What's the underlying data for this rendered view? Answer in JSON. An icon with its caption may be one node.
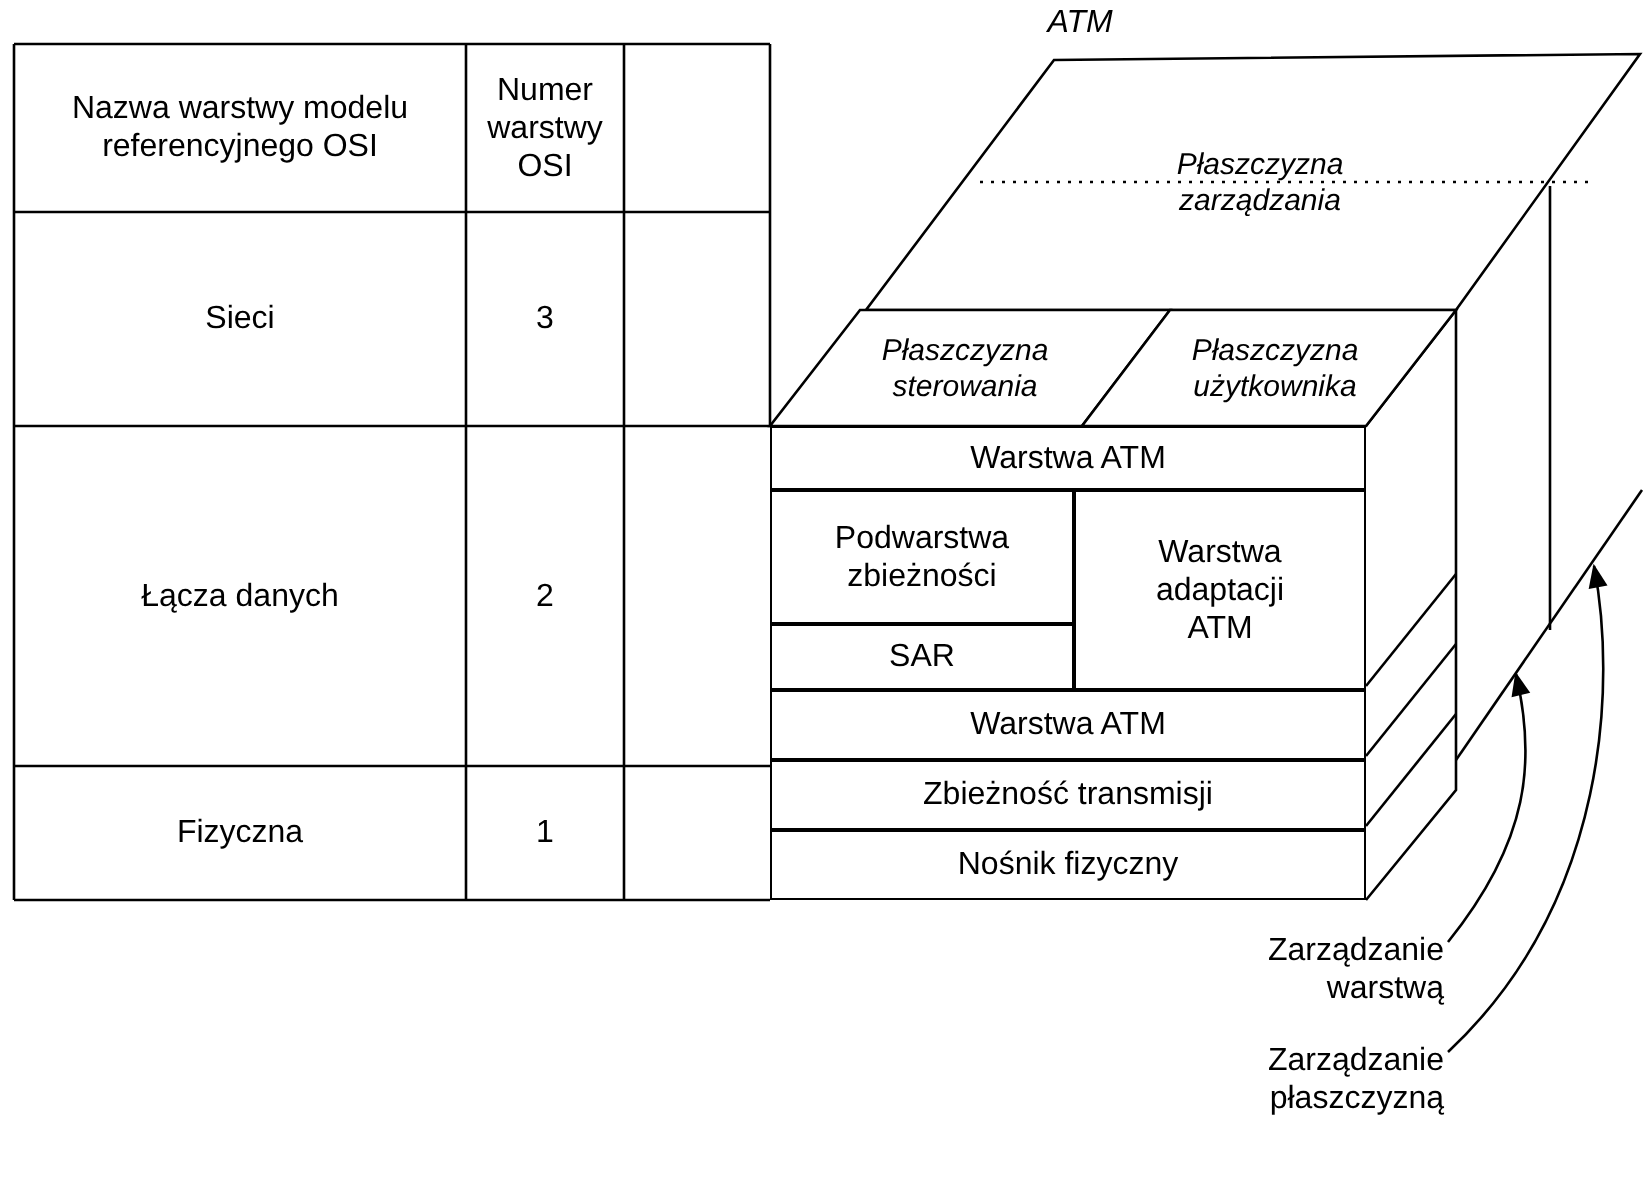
{
  "diagram": {
    "nodes": [
      {
        "text": [
          "Płaszczyzna zarządzania"
        ],
        "beside": [
          "ATM"
        ]
      },
      {
        "text": [
          "Płaszczyzna sterowania"
        ]
      },
      {
        "text": [
          "Płaszczyzna użytkownika"
        ]
      },
      {
        "text": [
          "Warstwa ATM"
        ]
      },
      {
        "text": [
          "Podwarstwa zbieżności"
        ]
      },
      {
        "text": [
          "SAR"
        ]
      },
      {
        "text": [
          "Warstwa adaptacji ATM"
        ]
      },
      {
        "text": [
          "Warstwa ATM"
        ]
      },
      {
        "text": [
          "Zbieżność transmisji"
        ]
      },
      {
        "text": [
          "Nośnik fizyczny"
        ]
      },
      {
        "text": [
          "Zarządzanie warstwą"
        ]
      },
      {
        "text": [
          "Zarządzanie płaszczyzną"
        ]
      }
    ],
    "edges": [
      {
        "from": 10,
        "to": null,
        "arrow": "to"
      },
      {
        "from": 11,
        "to": null,
        "arrow": "to"
      }
    ],
    "labels": [
      "Nazwa warstwy modelu referencyjnego OSI",
      "Numer warstwy OSI",
      "Sieci",
      "3",
      "Łącza danych",
      "2",
      "Fizyczna",
      "1"
    ]
  }
}
